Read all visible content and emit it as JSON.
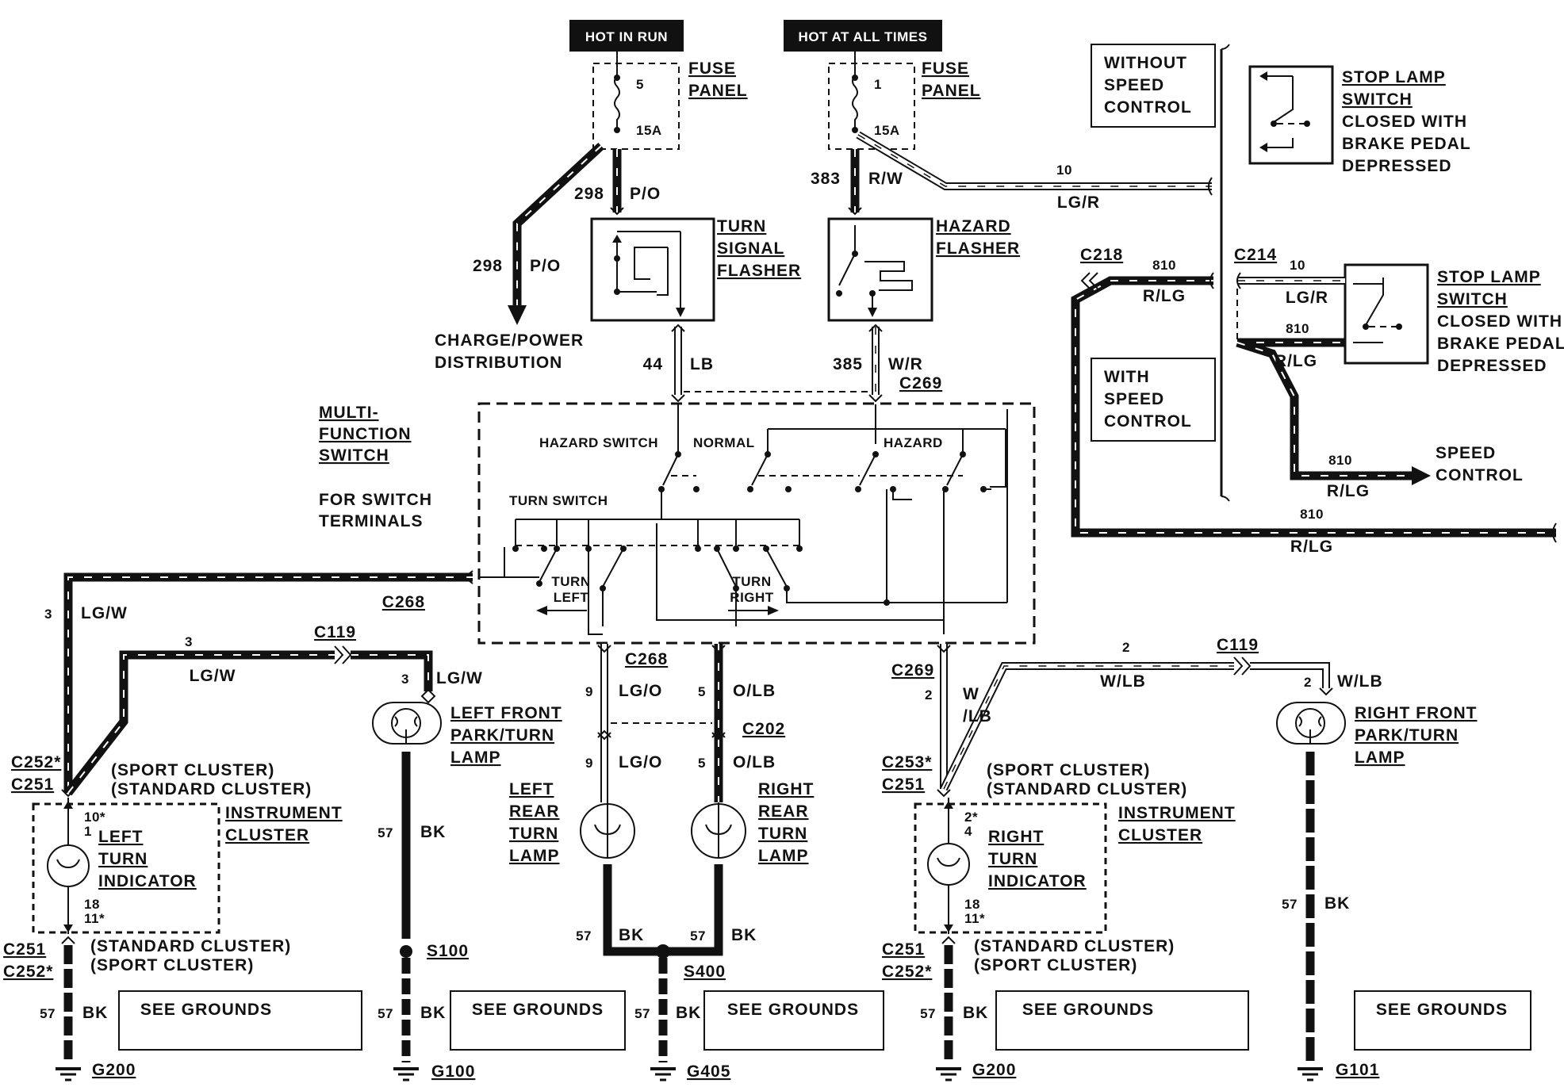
{
  "title": "",
  "power": {
    "hot_in_run": "HOT IN RUN",
    "hot_at_all_times": "HOT AT ALL TIMES"
  },
  "fuse_left": {
    "number": "5",
    "rating": "15A",
    "label": [
      "FUSE",
      "PANEL"
    ]
  },
  "fuse_right": {
    "number": "1",
    "rating": "15A",
    "label": [
      "FUSE",
      "PANEL"
    ]
  },
  "wires": {
    "w298_top": {
      "circuit": "298",
      "color": "P/O"
    },
    "w298_side": {
      "circuit": "298",
      "color": "P/O"
    },
    "w383": {
      "circuit": "383",
      "color": "R/W"
    },
    "w10_top": {
      "circuit": "10",
      "color": "LG/R"
    },
    "w44": {
      "circuit": "44",
      "color": "LB"
    },
    "w385": {
      "circuit": "385",
      "color": "W/R"
    },
    "w810_c218": {
      "circuit": "810",
      "color": "R/LG"
    },
    "w10_c214": {
      "circuit": "10",
      "color": "LG/R"
    },
    "w810_c214": {
      "circuit": "810",
      "color": "R/LG"
    },
    "w810_speed": {
      "circuit": "810",
      "color": "R/LG"
    },
    "w810_bottom": {
      "circuit": "810",
      "color": "R/LG"
    },
    "w3_left": {
      "circuit": "3",
      "color": "LG/W"
    },
    "w3_mid": {
      "circuit": "3",
      "color": "LG/W"
    },
    "w3_lamp": {
      "circuit": "3",
      "color": "LG/W"
    },
    "w9_top": {
      "circuit": "9",
      "color": "LG/O"
    },
    "w5_top": {
      "circuit": "5",
      "color": "O/LB"
    },
    "w9_bot": {
      "circuit": "9",
      "color": "LG/O"
    },
    "w5_bot": {
      "circuit": "5",
      "color": "O/LB"
    },
    "w2_c269": {
      "circuit": "2",
      "color_a": "W",
      "color_b": "/LB"
    },
    "w2_mid": {
      "circuit": "2",
      "color": "W/LB"
    },
    "w2_lamp": {
      "circuit": "2",
      "color": "W/LB"
    },
    "bk": {
      "circuit": "57",
      "color": "BK"
    }
  },
  "components": {
    "turn_signal_flasher": [
      "TURN",
      "SIGNAL",
      "FLASHER"
    ],
    "hazard_flasher": [
      "HAZARD",
      "FLASHER"
    ],
    "charge_power": [
      "CHARGE/POWER",
      "DISTRIBUTION"
    ],
    "multi_function_switch": [
      "MULTI-",
      "FUNCTION",
      "SWITCH"
    ],
    "switch_terminals": [
      "FOR SWITCH",
      "TERMINALS"
    ],
    "hazard_switch": "HAZARD SWITCH",
    "normal": "NORMAL",
    "hazard": "HAZARD",
    "turn_switch": "TURN SWITCH",
    "turn_left": [
      "TURN",
      "LEFT"
    ],
    "turn_right": [
      "TURN",
      "RIGHT"
    ],
    "without_speed_control": [
      "WITHOUT",
      "SPEED",
      "CONTROL"
    ],
    "with_speed_control": [
      "WITH",
      "SPEED",
      "CONTROL"
    ],
    "stop_lamp_switch": [
      "STOP LAMP",
      "SWITCH",
      "CLOSED WITH",
      "BRAKE PEDAL",
      "DEPRESSED"
    ],
    "speed_control": [
      "SPEED",
      "CONTROL"
    ],
    "left_front_lamp": [
      "LEFT FRONT",
      "PARK/TURN",
      "LAMP"
    ],
    "right_front_lamp": [
      "RIGHT FRONT",
      "PARK/TURN",
      "LAMP"
    ],
    "left_rear_lamp": [
      "LEFT",
      "REAR",
      "TURN",
      "LAMP"
    ],
    "right_rear_lamp": [
      "RIGHT",
      "REAR",
      "TURN",
      "LAMP"
    ],
    "left_indicator": [
      "LEFT",
      "TURN",
      "INDICATOR"
    ],
    "right_indicator": [
      "RIGHT",
      "TURN",
      "INDICATOR"
    ],
    "instrument_cluster": [
      "INSTRUMENT",
      "CLUSTER"
    ],
    "sport_cluster": "(SPORT CLUSTER)",
    "standard_cluster": "(STANDARD CLUSTER)",
    "see_grounds": "SEE GROUNDS"
  },
  "connectors": {
    "c218": "C218",
    "c214": "C214",
    "c269_top": "C269",
    "c268_left": "C268",
    "c119_left": "C119",
    "c119_right": "C119",
    "c268_mid": "C268",
    "c269_mid": "C269",
    "c202": "C202",
    "c252_top": "C252*",
    "c251_top_l": "C251",
    "c253_top": "C253*",
    "c251_top_r": "C251",
    "c251_bot_l": "C251",
    "c252_bot_l": "C252*",
    "c251_bot_r": "C251",
    "c252_bot_r": "C252*"
  },
  "pins": {
    "left_top": [
      "10*",
      "1"
    ],
    "left_bot": [
      "18",
      "11*"
    ],
    "right_top": [
      "2*",
      "4"
    ],
    "right_bot": [
      "18",
      "11*"
    ]
  },
  "splices": {
    "s100": "S100",
    "s400": "S400"
  },
  "grounds": {
    "g200_l": "G200",
    "g100": "G100",
    "g405": "G405",
    "g200_r": "G200",
    "g101": "G101"
  }
}
